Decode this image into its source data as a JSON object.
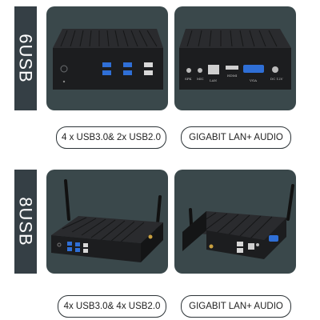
{
  "rows": [
    {
      "side_label": "6USB",
      "captions": [
        "4 x USB3.0& 2x USB2.0",
        "GIGABIT LAN+ AUDIO"
      ],
      "port_labels": [
        "SPK",
        "MIC",
        "LAN",
        "HDMI",
        "VGA",
        "DC 12V"
      ]
    },
    {
      "side_label": "8USB",
      "captions": [
        "4x USB3.0& 4x USB2.0",
        "GIGABIT LAN+ AUDIO"
      ]
    }
  ],
  "colors": {
    "panel_bg": "#3a484b",
    "side_tab": "#353f45",
    "device_body": "#1c1d1f",
    "usb3_blue": "#2f6fd6"
  }
}
